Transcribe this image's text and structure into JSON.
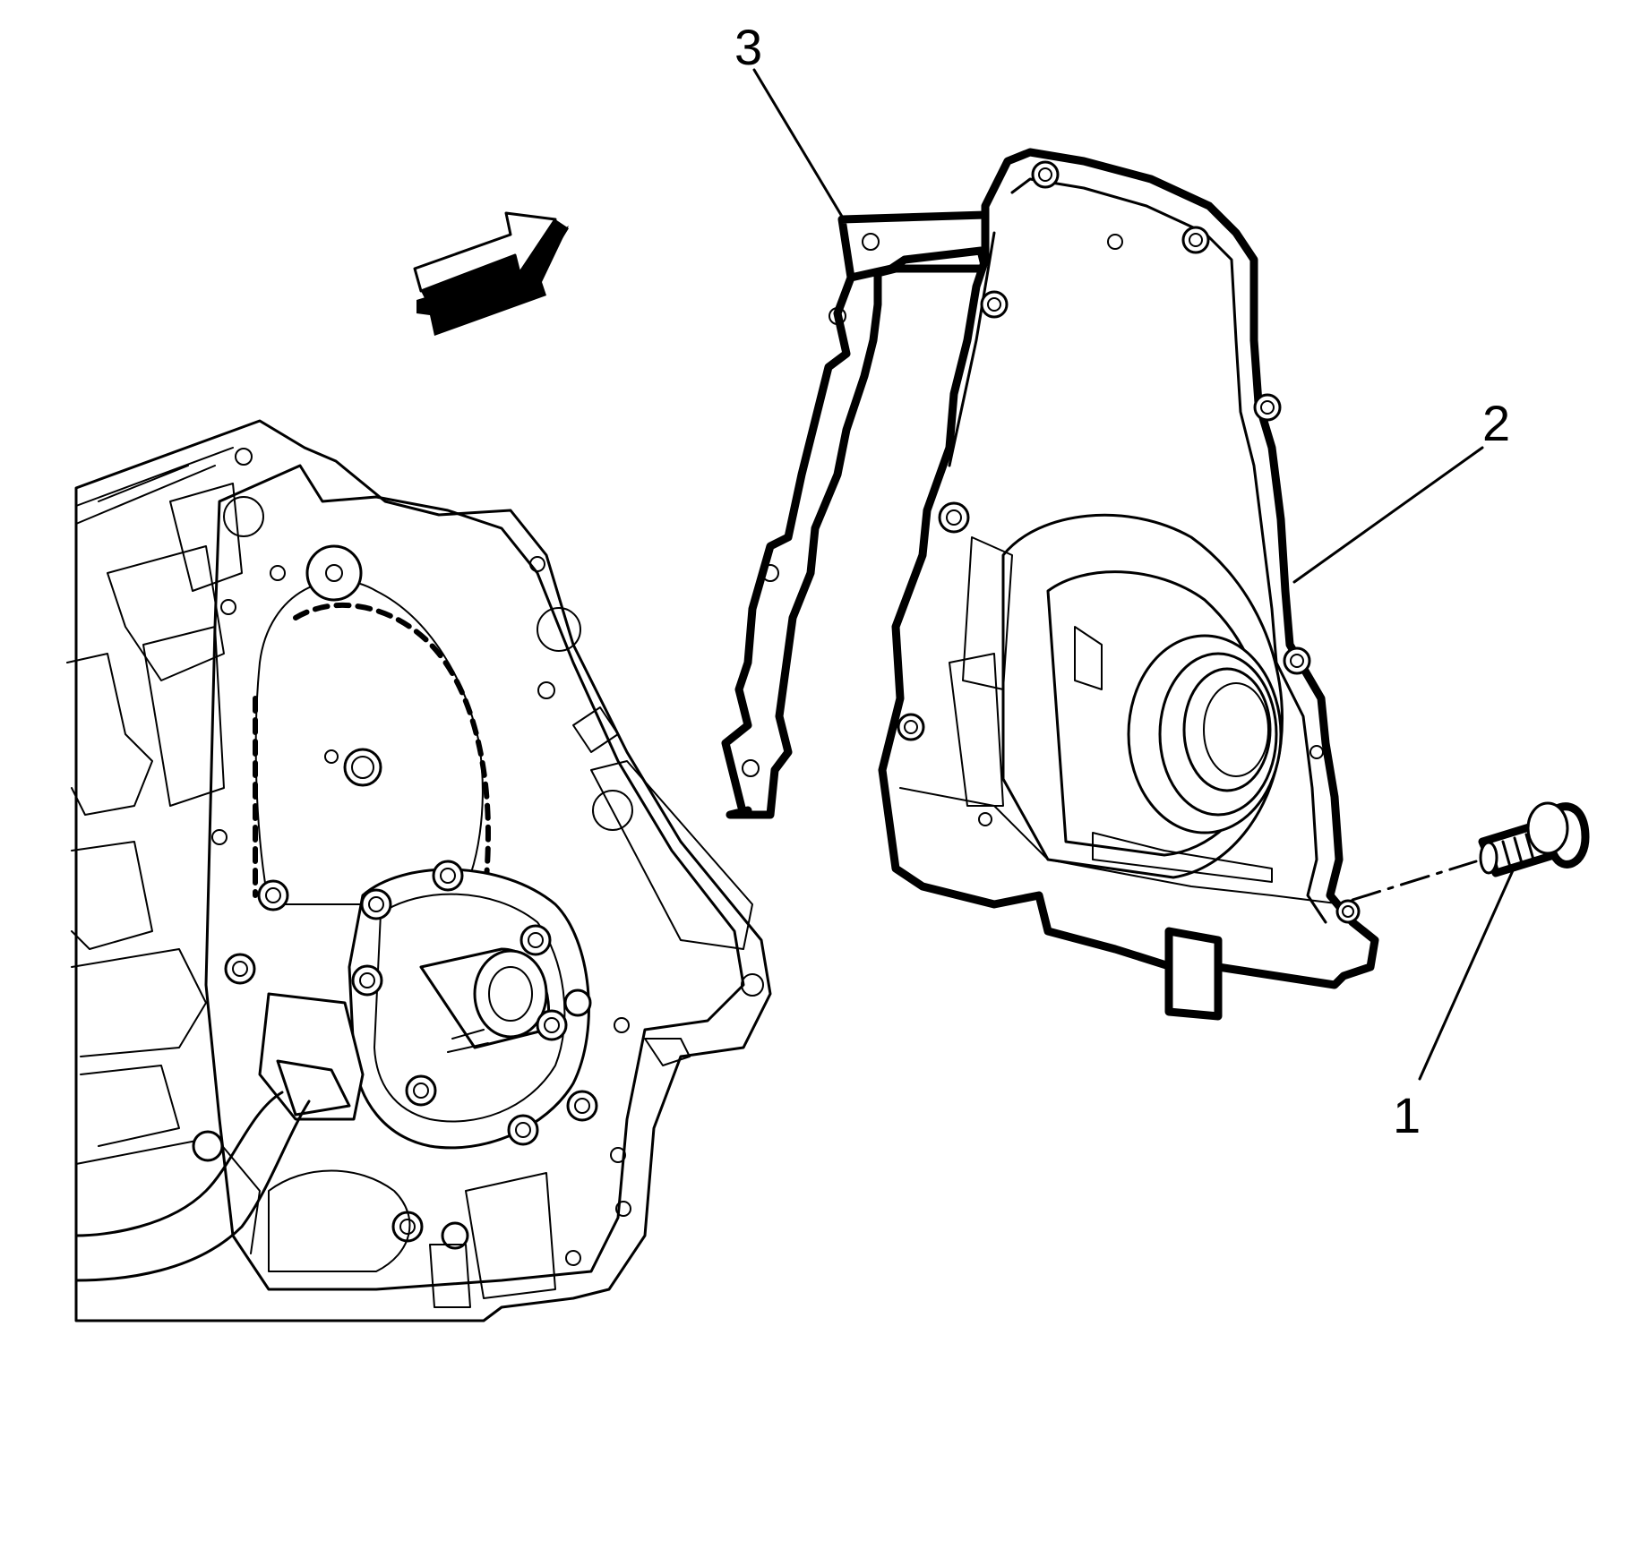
{
  "callouts": [
    {
      "id": "1",
      "label": "1"
    },
    {
      "id": "2",
      "label": "2"
    },
    {
      "id": "3",
      "label": "3"
    }
  ],
  "icons": [
    "direction-arrow-icon"
  ]
}
